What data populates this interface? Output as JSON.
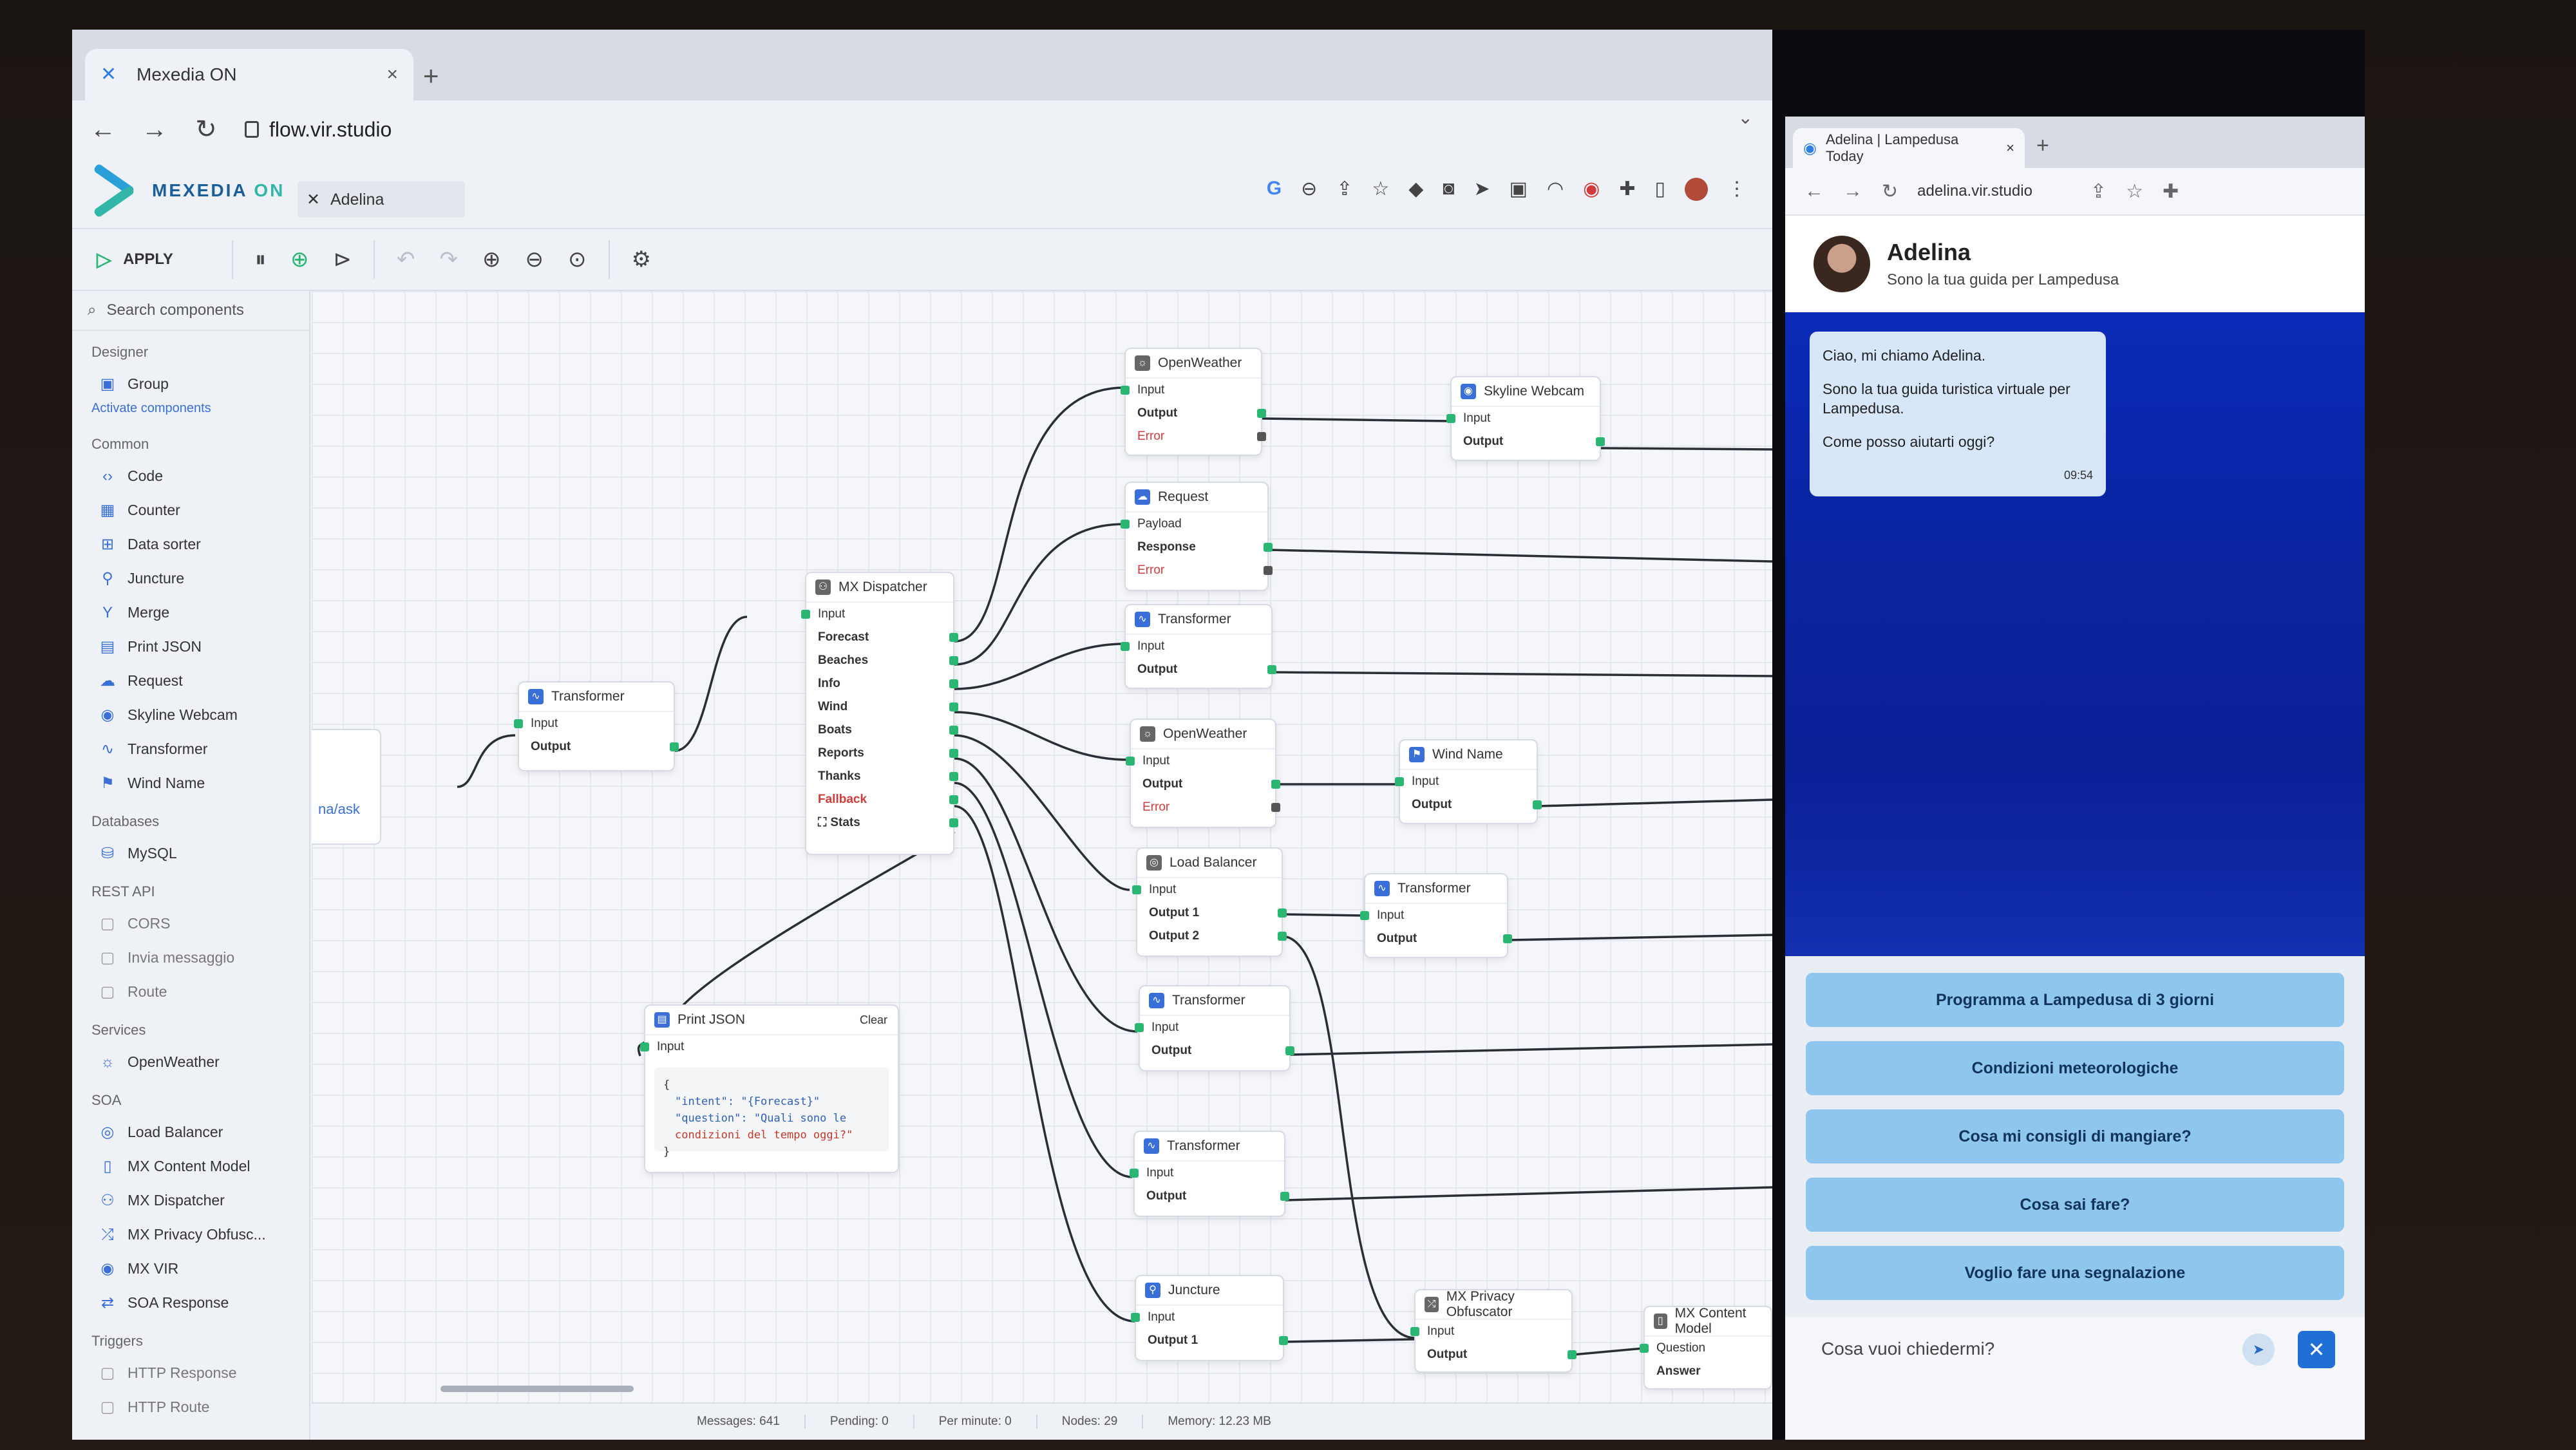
{
  "main_window": {
    "tab_title": "Mexedia ON",
    "url": "flow.vir.studio",
    "brand": "MEXEDIA",
    "brand_suffix": "ON",
    "context_tab": "Adelina",
    "toolbar": {
      "apply_label": "APPLY"
    }
  },
  "sidebar": {
    "search_placeholder": "Search components",
    "sections": [
      {
        "title": "Designer",
        "items": [
          {
            "label": "Group",
            "icon": "group-icon"
          }
        ],
        "link": "Activate components"
      },
      {
        "title": "Common",
        "items": [
          {
            "label": "Code",
            "icon": "code-icon"
          },
          {
            "label": "Counter",
            "icon": "counter-icon"
          },
          {
            "label": "Data sorter",
            "icon": "sort-icon"
          },
          {
            "label": "Juncture",
            "icon": "link-icon"
          },
          {
            "label": "Merge",
            "icon": "merge-icon"
          },
          {
            "label": "Print JSON",
            "icon": "print-icon"
          },
          {
            "label": "Request",
            "icon": "cloud-icon"
          },
          {
            "label": "Skyline Webcam",
            "icon": "eye-icon"
          },
          {
            "label": "Transformer",
            "icon": "wave-icon"
          },
          {
            "label": "Wind Name",
            "icon": "flag-icon"
          }
        ]
      },
      {
        "title": "Databases",
        "items": [
          {
            "label": "MySQL",
            "icon": "database-icon"
          }
        ]
      },
      {
        "title": "REST API",
        "items": [
          {
            "label": "CORS",
            "icon": "cors-icon"
          },
          {
            "label": "Invia messaggio",
            "icon": "message-icon"
          },
          {
            "label": "Route",
            "icon": "route-icon"
          }
        ]
      },
      {
        "title": "Services",
        "items": [
          {
            "label": "OpenWeather",
            "icon": "weather-icon"
          }
        ]
      },
      {
        "title": "SOA",
        "items": [
          {
            "label": "Load Balancer",
            "icon": "balancer-icon"
          },
          {
            "label": "MX Content Model",
            "icon": "bookmark-icon"
          },
          {
            "label": "MX Dispatcher",
            "icon": "dispatcher-icon"
          },
          {
            "label": "MX Privacy Obfusc...",
            "icon": "privacy-icon"
          },
          {
            "label": "MX VIR",
            "icon": "eye-icon"
          },
          {
            "label": "SOA Response",
            "icon": "response-icon"
          }
        ]
      },
      {
        "title": "Triggers",
        "items": [
          {
            "label": "HTTP Response",
            "icon": "http-icon"
          },
          {
            "label": "HTTP Route",
            "icon": "http-icon"
          }
        ]
      }
    ]
  },
  "nodes": {
    "openweather1": {
      "title": "OpenWeather",
      "ports": [
        "Input",
        "Output",
        "Error"
      ]
    },
    "skyline": {
      "title": "Skyline Webcam",
      "ports": [
        "Input",
        "Output"
      ]
    },
    "request": {
      "title": "Request",
      "ports": [
        "Payload",
        "Response",
        "Error"
      ]
    },
    "transformer1": {
      "title": "Transformer",
      "ports": [
        "Input",
        "Output"
      ]
    },
    "dispatcher": {
      "title": "MX Dispatcher",
      "ports": [
        "Input",
        "Forecast",
        "Beaches",
        "Info",
        "Wind",
        "Boats",
        "Reports",
        "Thanks",
        "Fallback",
        "Stats"
      ]
    },
    "transformer_left": {
      "title": "Transformer",
      "ports": [
        "Input",
        "Output"
      ]
    },
    "openweather2": {
      "title": "OpenWeather",
      "ports": [
        "Input",
        "Output",
        "Error"
      ]
    },
    "windname": {
      "title": "Wind Name",
      "ports": [
        "Input",
        "Output"
      ]
    },
    "loadbalancer": {
      "title": "Load Balancer",
      "ports": [
        "Input",
        "Output 1",
        "Output 2"
      ]
    },
    "transformer2": {
      "title": "Transformer",
      "ports": [
        "Input",
        "Output"
      ]
    },
    "transformer3": {
      "title": "Transformer",
      "ports": [
        "Input",
        "Output"
      ]
    },
    "transformer4": {
      "title": "Transformer",
      "ports": [
        "Input",
        "Output"
      ]
    },
    "printjson": {
      "title": "Print JSON",
      "clear": "Clear",
      "port": "Input",
      "json_lines": [
        "{",
        "\"intent\": \"{Forecast}\"",
        "\"question\": \"Quali sono le",
        "condizioni del tempo oggi?\"",
        "}"
      ]
    },
    "juncture": {
      "title": "Juncture",
      "ports": [
        "Input",
        "Output 1"
      ]
    },
    "privacy": {
      "title": "MX Privacy Obfuscator",
      "ports": [
        "Input",
        "Output"
      ]
    },
    "contentmodel": {
      "title": "MX Content Model",
      "ports": [
        "Question",
        "Answer"
      ]
    },
    "fragment_label": "na/ask"
  },
  "statusbar": {
    "messages": "Messages: 641",
    "pending": "Pending: 0",
    "per_minute": "Per minute: 0",
    "nodes": "Nodes: 29",
    "memory": "Memory: 12.23 MB"
  },
  "chat_window": {
    "tab_title": "Adelina | Lampedusa Today",
    "url": "adelina.vir.studio",
    "bot_name": "Adelina",
    "bot_subtitle": "Sono la tua guida per Lampedusa",
    "message": {
      "line1": "Ciao, mi chiamo Adelina.",
      "line2": "Sono la tua guida turistica virtuale per Lampedusa.",
      "line3": "Come posso aiutarti oggi?",
      "time": "09:54"
    },
    "quick_replies": [
      "Programma a Lampedusa di 3 giorni",
      "Condizioni meteorologiche",
      "Cosa mi consigli di mangiare?",
      "Cosa sai fare?",
      "Voglio fare una segnalazione"
    ],
    "input_placeholder": "Cosa vuoi chiedermi?"
  },
  "colors": {
    "accent": "#2bb673",
    "brand": "#1a5e9a",
    "chat_bg": "#0b2ab8",
    "quick_reply": "#8ec6ee"
  }
}
